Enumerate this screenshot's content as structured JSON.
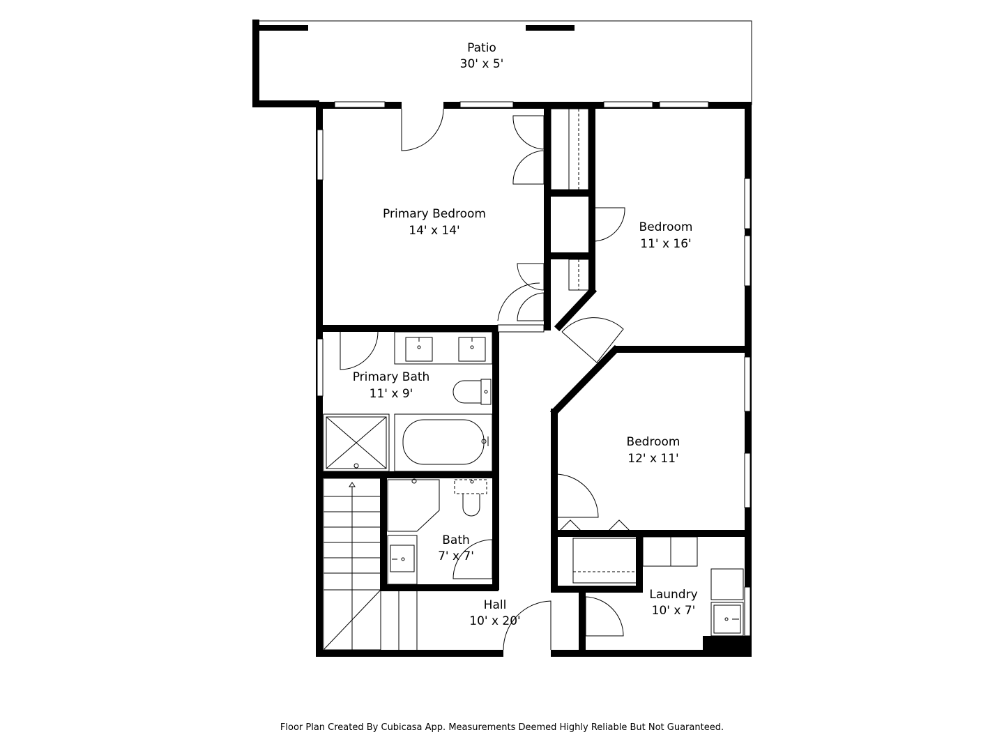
{
  "rooms": {
    "patio": {
      "name": "Patio",
      "size": "30' x 5'"
    },
    "primary_bedroom": {
      "name": "Primary Bedroom",
      "size": "14' x 14'"
    },
    "bedroom_1": {
      "name": "Bedroom",
      "size": "11' x 16'"
    },
    "primary_bath": {
      "name": "Primary Bath",
      "size": "11' x 9'"
    },
    "bedroom_2": {
      "name": "Bedroom",
      "size": "12' x 11'"
    },
    "bath": {
      "name": "Bath",
      "size": "7' x 7'"
    },
    "hall": {
      "name": "Hall",
      "size": "10' x 20'"
    },
    "laundry": {
      "name": "Laundry",
      "size": "10' x 7'"
    }
  },
  "footer": "Floor Plan Created By Cubicasa App. Measurements Deemed Highly Reliable But Not Guaranteed."
}
